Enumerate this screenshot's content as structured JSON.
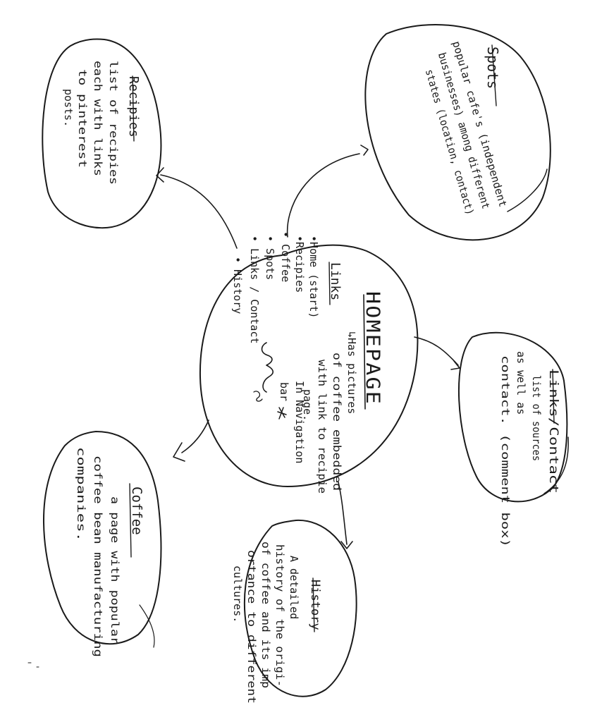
{
  "center": {
    "title": "HOMEPAGE",
    "note_lines": [
      "↳Has pictures",
      "of coffee embedded",
      "with link to recipie",
      "page."
    ],
    "links_heading": "Links",
    "links_items": [
      "•Home (start)",
      "•Recipies",
      "• Coffee",
      "• Spots",
      "• Links / Contact",
      "• History"
    ],
    "nav_note_lines": [
      "In Navigation",
      "bar"
    ]
  },
  "recipes": {
    "title": "Recipies",
    "lines": [
      "list of recipies",
      "each with links",
      "to pinterest",
      "posts."
    ]
  },
  "spots": {
    "title": "Spots",
    "lines": [
      "popular cafe's (independent",
      "businesses) among different",
      "states (location, contact)"
    ]
  },
  "links_contact": {
    "title": "Links/Contact",
    "lines": [
      "list of sources",
      "as well as",
      "contact. (comment box)"
    ]
  },
  "history": {
    "title": "History",
    "lines": [
      "A detailed",
      "history of the origi-",
      "of coffee and its imp",
      "ortance to different",
      "cultures."
    ]
  },
  "coffee": {
    "title": "Coffee",
    "lines": [
      "a page with popular",
      "coffee bean manufacturing",
      "companies."
    ]
  }
}
